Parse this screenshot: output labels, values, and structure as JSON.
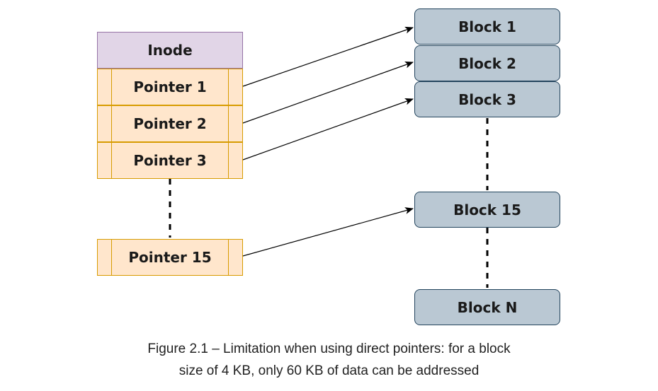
{
  "inode": {
    "label": "Inode"
  },
  "pointers": [
    {
      "label": "Pointer 1"
    },
    {
      "label": "Pointer 2"
    },
    {
      "label": "Pointer 3"
    },
    {
      "label": "Pointer 15"
    }
  ],
  "blocks": [
    {
      "label": "Block 1"
    },
    {
      "label": "Block 2"
    },
    {
      "label": "Block 3"
    },
    {
      "label": "Block 15"
    },
    {
      "label": "Block N"
    }
  ],
  "caption": {
    "line1": "Figure 2.1 – Limitation when using direct pointers: for a block",
    "line2": "size of 4 KB, only 60 KB of data can be addressed"
  },
  "colors": {
    "inode_fill": "#e1d5e7",
    "pointer_fill": "#ffe6cc",
    "block_fill": "#bac8d3"
  }
}
